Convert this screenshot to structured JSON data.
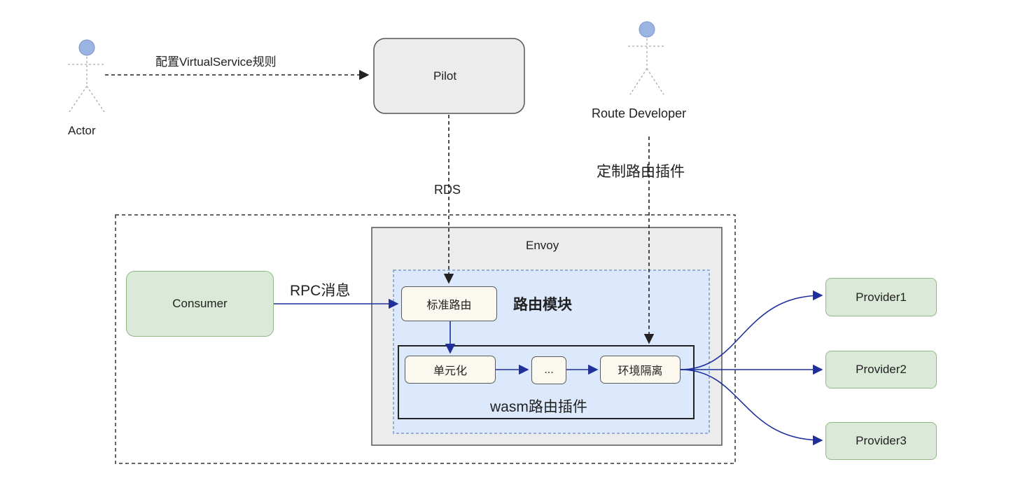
{
  "actor_left": {
    "name": "Actor"
  },
  "actor_right": {
    "name": "Route Developer"
  },
  "pilot": {
    "label": "Pilot"
  },
  "edges": {
    "config_rules": "配置VirtualService规则",
    "rds": "RDS",
    "custom_plugin": "定制路由插件",
    "rpc_message": "RPC消息"
  },
  "envoy": {
    "title": "Envoy"
  },
  "routing_module": {
    "title": "路由模块"
  },
  "standard_routing": {
    "label": "标准路由"
  },
  "wasm_plugin": {
    "title": "wasm路由插件",
    "steps": [
      "单元化",
      "...",
      "环境隔离"
    ]
  },
  "consumer": {
    "label": "Consumer"
  },
  "providers": [
    "Provider1",
    "Provider2",
    "Provider3"
  ],
  "colors": {
    "actor_icon": "#9cb4e2",
    "green_fill": "#dbe9d8",
    "green_border": "#8fb986",
    "envoy_fill": "#ececec",
    "routing_fill": "#dce8fb",
    "edge_blue": "#1f2f9c"
  }
}
